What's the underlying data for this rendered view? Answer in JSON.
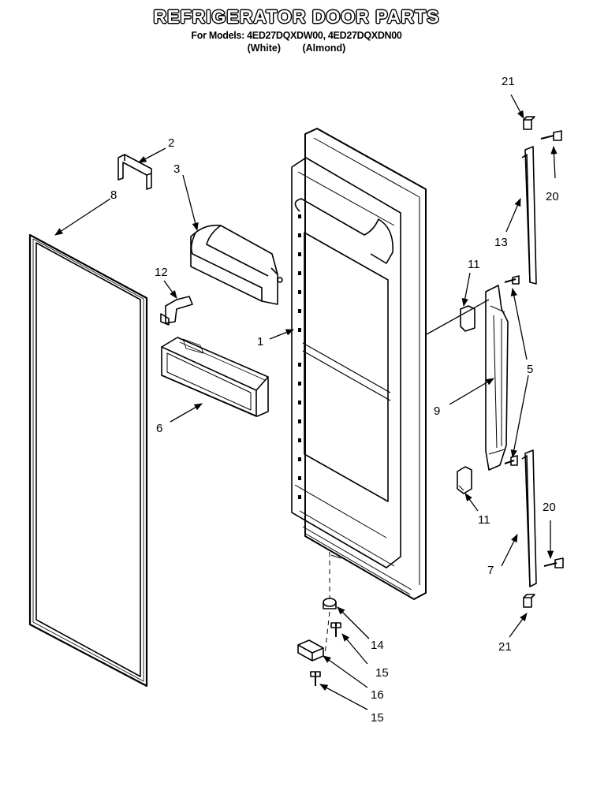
{
  "header": {
    "title": "REFRIGERATOR DOOR PARTS",
    "models_line": "For Models: 4ED27DQXDW00, 4ED27DQXDN00",
    "variant_white": "(White)",
    "variant_almond": "(Almond)"
  },
  "callouts": {
    "c1": "1",
    "c2": "2",
    "c3": "3",
    "c5": "5",
    "c6": "6",
    "c7": "7",
    "c8": "8",
    "c9": "9",
    "c11a": "11",
    "c11b": "11",
    "c12": "12",
    "c13": "13",
    "c14": "14",
    "c15a": "15",
    "c15b": "15",
    "c16": "16",
    "c20a": "20",
    "c20b": "20",
    "c21a": "21",
    "c21b": "21"
  }
}
